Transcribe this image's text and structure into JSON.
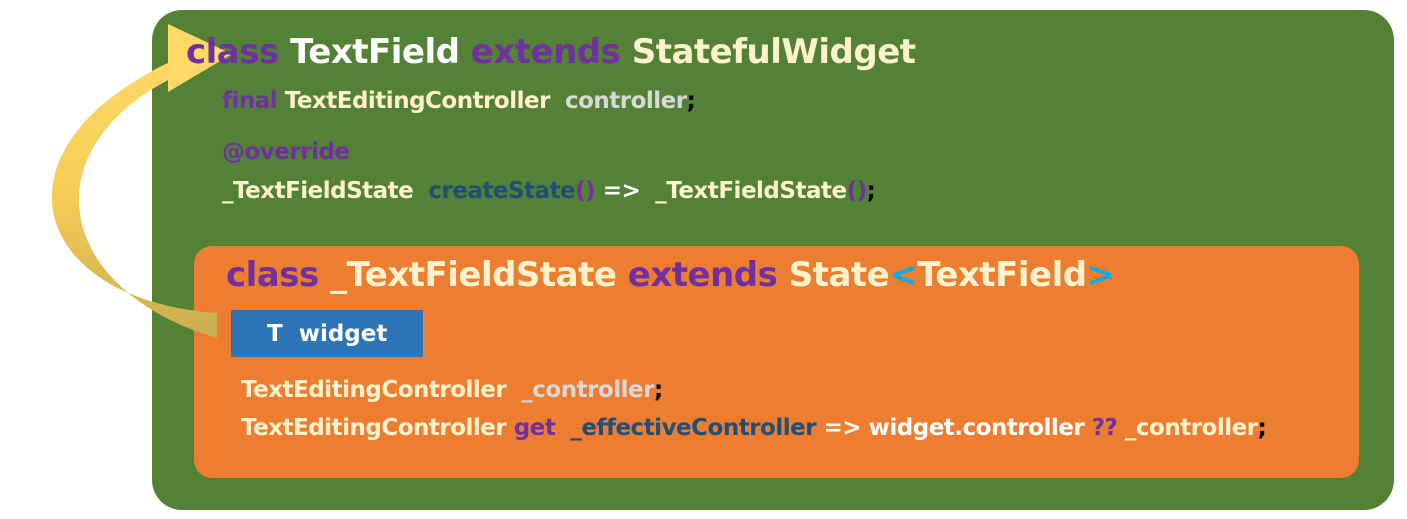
{
  "outer_class": {
    "kw_class": "class",
    "name": "TextField",
    "kw_extends": "extends",
    "parent": "StatefulWidget",
    "field_kw": "final",
    "field_type": "TextEditingController",
    "field_name": "controller",
    "semicolon": ";",
    "annotation": "@override",
    "ret_type": "_TextFieldState",
    "method": "createState",
    "parens": "()",
    "arrow": "=>",
    "ctor": "_TextFieldState",
    "ctor_parens": "()",
    "end": ";"
  },
  "inner_class": {
    "kw_class": "class",
    "name": "_TextFieldState",
    "kw_extends": "extends",
    "parent": "State",
    "lt": "<",
    "generic": "TextField",
    "gt": ">",
    "badge": "T  widget",
    "l1_type": "TextEditingController",
    "l1_name": "_controller",
    "l1_end": ";",
    "l2_type": "TextEditingController",
    "l2_get": "get",
    "l2_name": "_effectiveController",
    "l2_arrow": "=> widget.controller",
    "l2_op": "??",
    "l2_fallback": "_controller",
    "l2_end": ";"
  },
  "colors": {
    "outer_bg": "#538135",
    "inner_bg": "#ed7d31",
    "badge_bg": "#2e75b6",
    "keyword": "#7030a0",
    "arrow": "#ffd966"
  }
}
